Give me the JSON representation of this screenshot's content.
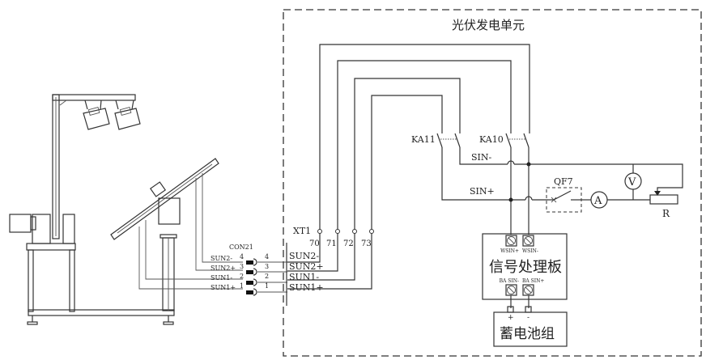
{
  "title": "光伏发电单元",
  "connector": {
    "name": "CON21",
    "pins": [
      {
        "label": "SUN2-",
        "left_num": "4",
        "right_num": "4",
        "xt_label": "SUN2-"
      },
      {
        "label": "SUN2+",
        "left_num": "3",
        "right_num": "3",
        "xt_label": "SUN2+"
      },
      {
        "label": "SUN1-",
        "left_num": "2",
        "right_num": "2",
        "xt_label": "SUN1-"
      },
      {
        "label": "SUN1+",
        "left_num": "1",
        "right_num": "1",
        "xt_label": "SUN1+"
      }
    ]
  },
  "terminal_block": {
    "name": "XT1",
    "terminals": [
      "70",
      "71",
      "72",
      "73"
    ]
  },
  "relays": {
    "ka11": "KA11",
    "ka10": "KA10"
  },
  "lines": {
    "sin_minus": "SIN-",
    "sin_plus": "SIN+"
  },
  "breaker": "QF7",
  "ammeter": "A",
  "voltmeter": "V",
  "resistor": "R",
  "signal_board": {
    "label": "信号处理板",
    "top_left": "WSIN+",
    "top_right": "WSIN-",
    "bottom_left": "BA SIN-",
    "bottom_right": "BA SIN+"
  },
  "battery": {
    "label": "蓄电池组",
    "plus": "+",
    "minus": "-"
  }
}
